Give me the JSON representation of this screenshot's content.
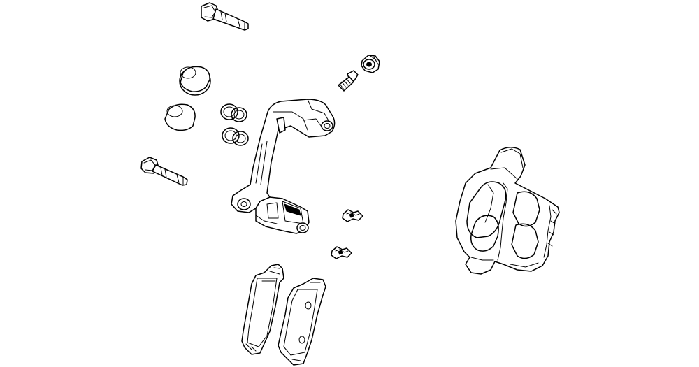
{
  "diagram": {
    "parts": [
      {
        "id": "guide-pin-upper",
        "icon": "guide-pin-icon"
      },
      {
        "id": "bleeder-cap",
        "icon": "bleeder-cap-icon"
      },
      {
        "id": "bleeder-screw",
        "icon": "bleeder-screw-icon"
      },
      {
        "id": "piston-upper",
        "icon": "piston-icon"
      },
      {
        "id": "piston-lower",
        "icon": "piston-icon"
      },
      {
        "id": "piston-seal-kit",
        "icon": "seal-ring-icon"
      },
      {
        "id": "guide-pin-lower",
        "icon": "guide-pin-icon"
      },
      {
        "id": "caliper-bracket",
        "icon": "caliper-bracket-icon"
      },
      {
        "id": "anti-rattle-clip-upper",
        "icon": "clip-icon"
      },
      {
        "id": "anti-rattle-clip-lower",
        "icon": "clip-icon"
      },
      {
        "id": "brake-pad-inner",
        "icon": "brake-pad-icon"
      },
      {
        "id": "brake-pad-outer",
        "icon": "brake-pad-icon"
      },
      {
        "id": "caliper-housing",
        "icon": "caliper-housing-icon"
      }
    ],
    "colors": {
      "line": "#000000",
      "background": "#ffffff"
    }
  }
}
